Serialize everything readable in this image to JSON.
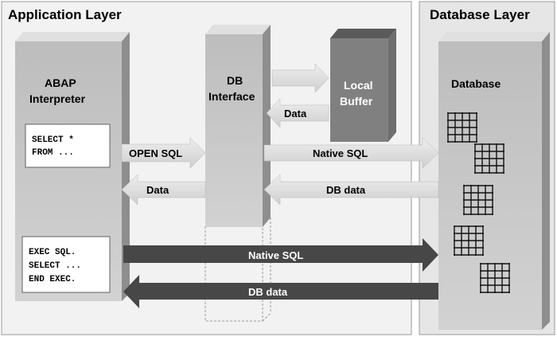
{
  "layers": {
    "application": "Application Layer",
    "database": "Database Layer"
  },
  "components": {
    "abap_line1": "ABAP",
    "abap_line2": "Interpreter",
    "db_interface_line1": "DB",
    "db_interface_line2": "Interface",
    "local_buffer_line1": "Local",
    "local_buffer_line2": "Buffer",
    "database": "Database"
  },
  "code": {
    "open_sql": [
      "SELECT *",
      "FROM ..."
    ],
    "native_sql": [
      "EXEC SQL.",
      "SELECT ...",
      "END EXEC."
    ]
  },
  "arrows": {
    "buffer_data": "Data",
    "open_sql": "OPEN SQL",
    "native_sql_interface": "Native SQL",
    "data_return": "Data",
    "db_data_interface": "DB data",
    "native_sql_direct": "Native SQL",
    "db_data_direct": "DB data"
  },
  "colors": {
    "panel_fill": "#f2f2f2",
    "column_front": "#c6c6c6",
    "column_side": "#8e8e8e",
    "column_top": "#e0e0e0",
    "buffer_front": "#808080",
    "buffer_top": "#5a5a5a",
    "light_arrow": "#dedede",
    "dark_arrow": "#474747"
  }
}
